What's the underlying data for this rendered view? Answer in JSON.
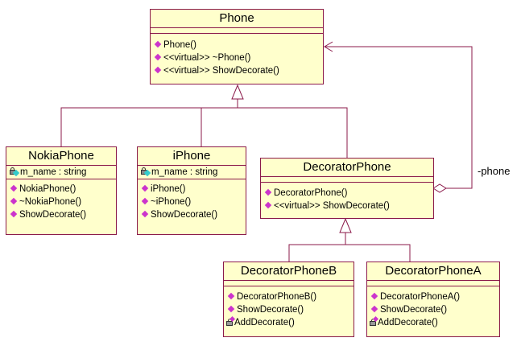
{
  "classes": {
    "phone": {
      "name": "Phone",
      "operations": [
        "Phone()",
        "<<virtual>> ~Phone()",
        "<<virtual>> ShowDecorate()"
      ]
    },
    "nokia": {
      "name": "NokiaPhone",
      "attributes": [
        "m_name : string"
      ],
      "operations": [
        "NokiaPhone()",
        "~NokiaPhone()",
        "ShowDecorate()"
      ]
    },
    "iphone": {
      "name": "iPhone",
      "attributes": [
        "m_name : string"
      ],
      "operations": [
        "iPhone()",
        "~iPhone()",
        "ShowDecorate()"
      ]
    },
    "decorator": {
      "name": "DecoratorPhone",
      "operations": [
        "DecoratorPhone()",
        "<<virtual>> ShowDecorate()"
      ]
    },
    "decoratorB": {
      "name": "DecoratorPhoneB",
      "operations": [
        "DecoratorPhoneB()",
        "ShowDecorate()",
        "AddDecorate()"
      ]
    },
    "decoratorA": {
      "name": "DecoratorPhoneA",
      "operations": [
        "DecoratorPhoneA()",
        "ShowDecorate()",
        "AddDecorate()"
      ]
    }
  },
  "association": {
    "role": "-phone"
  },
  "colors": {
    "class_fill": "#ffffcc",
    "line": "#8b1a4a",
    "operation_icon": "#cc33cc",
    "attribute_icon": "#33cccc"
  }
}
